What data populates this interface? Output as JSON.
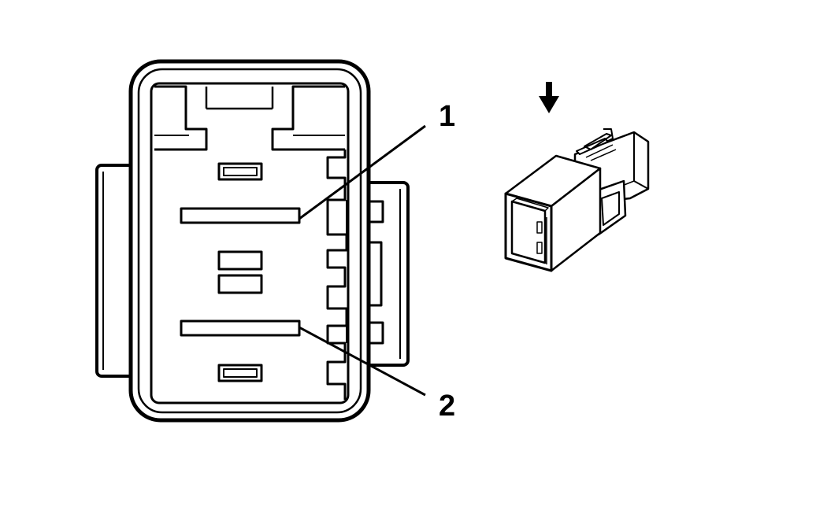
{
  "diagram": {
    "callouts": [
      {
        "id": "1",
        "label": "1"
      },
      {
        "id": "2",
        "label": "2"
      }
    ],
    "arrow_direction": "down",
    "colors": {
      "stroke": "#000000",
      "fill": "#ffffff"
    }
  }
}
